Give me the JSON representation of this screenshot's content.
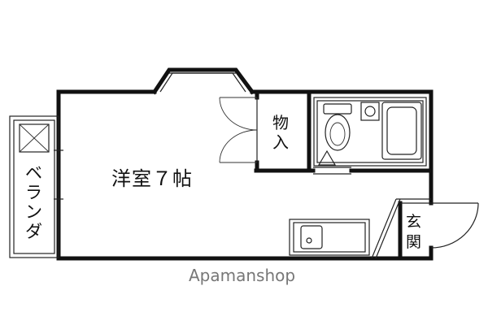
{
  "floor_plan": {
    "rooms": {
      "western_room": "洋室７帖",
      "storage_line1": "物",
      "storage_line2": "入",
      "entrance_line1": "玄",
      "entrance_line2": "関"
    },
    "veranda_chars": [
      "ベ",
      "ラ",
      "ン",
      "ダ"
    ],
    "watermark": "Apamanshop"
  }
}
